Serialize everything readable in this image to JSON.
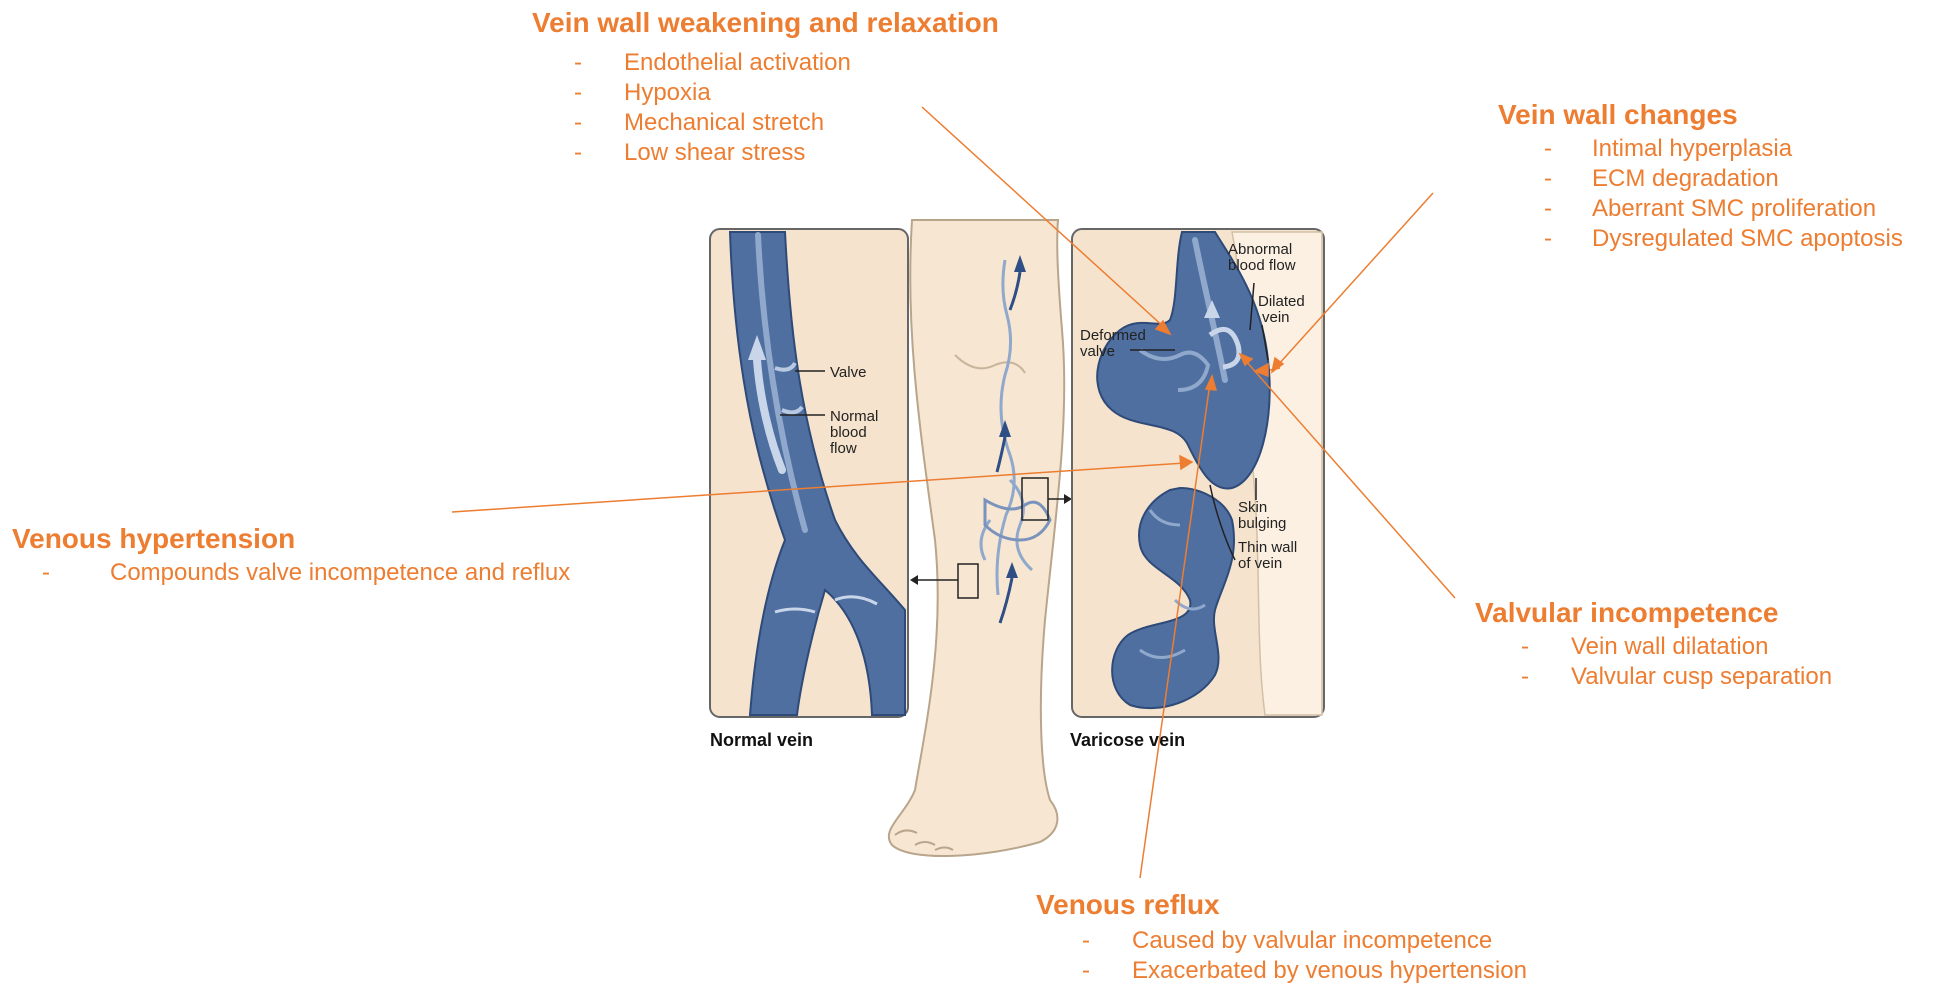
{
  "annotations": {
    "vein_wall_weakening": {
      "title": "Vein wall weakening and relaxation",
      "items": [
        "Endothelial activation",
        "Hypoxia",
        "Mechanical stretch",
        "Low shear stress"
      ]
    },
    "vein_wall_changes": {
      "title": "Vein wall changes",
      "items": [
        "Intimal hyperplasia",
        "ECM degradation",
        "Aberrant SMC proliferation",
        "Dysregulated SMC apoptosis"
      ]
    },
    "venous_hypertension": {
      "title": "Venous hypertension",
      "items": [
        "Compounds valve incompetence and reflux"
      ]
    },
    "valvular_incompetence": {
      "title": "Valvular incompetence",
      "items": [
        "Vein wall dilatation",
        "Valvular cusp separation"
      ]
    },
    "venous_reflux": {
      "title": "Venous reflux",
      "items": [
        "Caused by valvular incompetence",
        "Exacerbated by venous hypertension"
      ]
    },
    "bullet": "-"
  },
  "illustration": {
    "normal_panel": {
      "caption": "Normal vein",
      "valve_label": "Valve",
      "flow_label": [
        "Normal",
        "blood",
        "flow"
      ]
    },
    "varicose_panel": {
      "caption": "Varicose vein",
      "abnormal_flow_label": [
        "Abnormal",
        "blood flow"
      ],
      "dilated_label": [
        "Dilated",
        "vein"
      ],
      "deformed_label": [
        "Deformed",
        "valve"
      ],
      "skin_label": [
        "Skin",
        "bulging"
      ],
      "thin_wall_label": [
        "Thin wall",
        "of vein"
      ]
    }
  },
  "colors": {
    "annotation": "#ED7D31",
    "vein": "#4F6FA0",
    "vein_light": "#8FA8CC",
    "skin": "#F6E6D2",
    "skin_outline": "#B9A58C"
  }
}
